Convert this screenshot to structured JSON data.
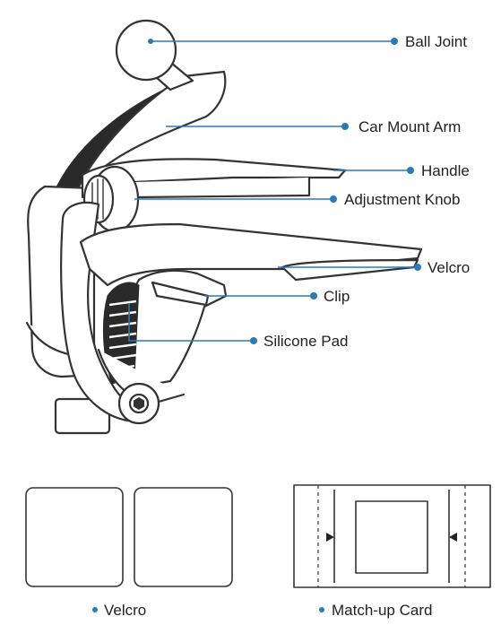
{
  "callouts": [
    {
      "id": "ball-joint",
      "label": "Ball Joint"
    },
    {
      "id": "car-mount-arm",
      "label": "Car Mount Arm"
    },
    {
      "id": "handle",
      "label": "Handle"
    },
    {
      "id": "adjustment-knob",
      "label": "Adjustment Knob"
    },
    {
      "id": "velcro",
      "label": "Velcro"
    },
    {
      "id": "clip",
      "label": "Clip"
    },
    {
      "id": "silicone-pad",
      "label": "Silicone Pad"
    }
  ],
  "accessories": {
    "velcro_caption": "Velcro",
    "card_caption": "Match-up Card"
  },
  "colors": {
    "leader_line": "#2d79b4",
    "ink": "#333333"
  }
}
